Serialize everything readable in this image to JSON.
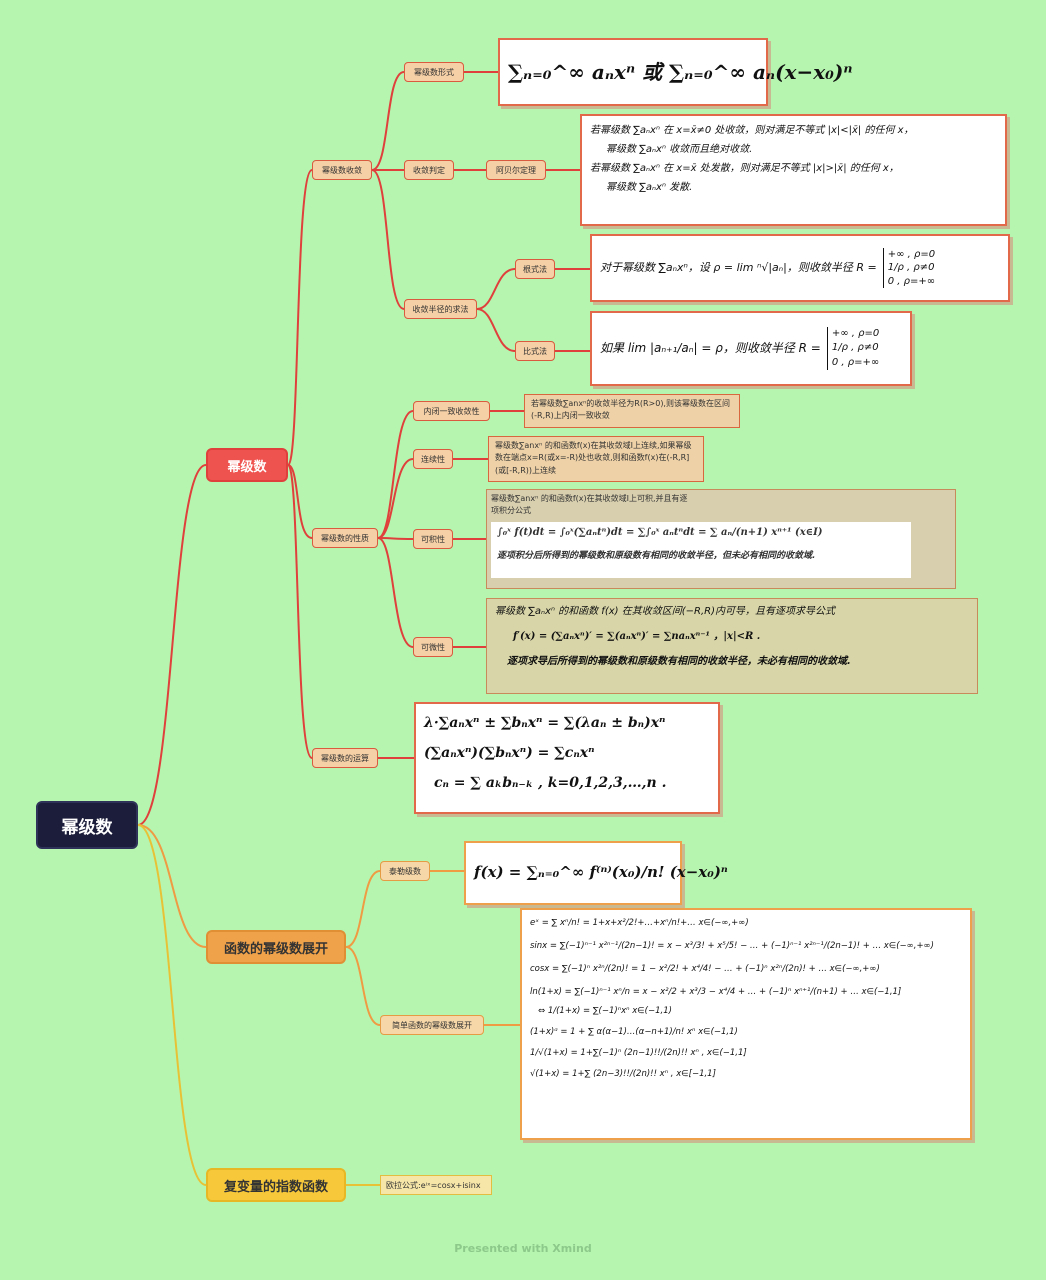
{
  "root": "幂级数",
  "main1": "幂级数",
  "main2": "函数的幂级数展开",
  "main3": "复变量的指数函数",
  "sub": {
    "convergence": "幂级数收敛",
    "form": "幂级数形式",
    "judge": "收敛判定",
    "abel": "阿贝尔定理",
    "radius": "收敛半径的求法",
    "root_test": "根式法",
    "ratio_test": "比式法",
    "properties": "幂级数的性质",
    "uniform": "内闭一致收敛性",
    "continuity": "连续性",
    "integrable": "可积性",
    "differentiable": "可微性",
    "operations": "幂级数的运算",
    "taylor": "泰勒级数",
    "simple": "简单函数的幂级数展开",
    "euler": "欧拉公式:eⁱˣ=cosx+isinx"
  },
  "cards": {
    "form": "∑ₙ₌₀^∞ aₙxⁿ 或 ∑ₙ₌₀^∞ aₙ(x−x₀)ⁿ",
    "abel": [
      "若幂级数 ∑aₙxⁿ 在 x=x̄≠0 处收敛，则对满足不等式 |x|<|x̄| 的任何 x，",
      "幂级数 ∑aₙxⁿ 收敛而且绝对收敛.",
      "若幂级数 ∑aₙxⁿ 在 x=x̄ 处发散，则对满足不等式 |x|>|x̄| 的任何 x，",
      "幂级数 ∑aₙxⁿ 发散."
    ],
    "root_test": "对于幂级数 ∑aₙxⁿ，设 ρ = lim ⁿ√|aₙ|，则收敛半径 R =",
    "ratio_test": "如果 lim |aₙ₊₁/aₙ| = ρ，则收敛半径 R =",
    "radius_cases": [
      "+∞ , ρ=0",
      "1/ρ , ρ≠0",
      "0 , ρ=+∞"
    ],
    "uniform": "若幂级数∑anxⁿ的收敛半径为R(R>0),则该幂级数在区间(-R,R)上内闭一致收敛",
    "continuity": "幂级数∑anxⁿ 的和函数f(x)在其收敛域I上连续,如果幂级数在端点x=R(或x=-R)处也收敛,则和函数f(x)在(-R,R](或[-R,R))上连续",
    "integrable_text": "幂级数∑anxⁿ 的和函数f(x)在其收敛域I上可积,并且有逐项积分公式",
    "integrable_formula": "∫₀ˣ f(t)dt = ∫₀ˣ(∑aₙtⁿ)dt = ∑∫₀ˣ aₙtⁿdt = ∑ aₙ/(n+1) xⁿ⁺¹  (x∈I)",
    "integrable_note": "逐项积分后所得到的幂级数和原级数有相同的收敛半径，但未必有相同的收敛域.",
    "diff_lines": [
      "幂级数 ∑aₙxⁿ 的和函数 f(x) 在其收敛区间(−R,R)内可导，且有逐项求导公式",
      "f′(x) = (∑aₙxⁿ)′ = ∑(aₙxⁿ)′ = ∑naₙxⁿ⁻¹ ，|x|<R .",
      "逐项求导后所得到的幂级数和原级数有相同的收敛半径，未必有相同的收敛域."
    ],
    "operations": [
      "λ·∑aₙxⁿ ± ∑bₙxⁿ = ∑(λaₙ ± bₙ)xⁿ",
      "(∑aₙxⁿ)(∑bₙxⁿ) = ∑cₙxⁿ",
      "cₙ = ∑ aₖbₙ₋ₖ , k=0,1,2,3,…,n ."
    ],
    "taylor": "f(x) = ∑ₙ₌₀^∞ f⁽ⁿ⁾(x₀)/n! (x−x₀)ⁿ",
    "expansions": [
      "eˣ = ∑ xⁿ/n! = 1+x+x²/2!+…+xⁿ/n!+…   x∈(−∞,+∞)",
      "sinx = ∑(−1)ⁿ⁻¹ x²ⁿ⁻¹/(2n−1)! = x − x³/3! + x⁵/5! − … + (−1)ⁿ⁻¹ x²ⁿ⁻¹/(2n−1)! + …   x∈(−∞,+∞)",
      "cosx = ∑(−1)ⁿ x²ⁿ/(2n)! = 1 − x²/2! + x⁴/4! − … + (−1)ⁿ x²ⁿ/(2n)! + …   x∈(−∞,+∞)",
      "ln(1+x) = ∑(−1)ⁿ⁻¹ xⁿ/n = x − x²/2 + x³/3 − x⁴/4 + … + (−1)ⁿ xⁿ⁺¹/(n+1) + …   x∈(−1,1]",
      "⇔ 1/(1+x) = ∑(−1)ⁿxⁿ   x∈(−1,1)",
      "(1+x)ᵅ = 1 + ∑ α(α−1)…(α−n+1)/n! xⁿ   x∈(−1,1)",
      "1/√(1+x) = 1+∑(−1)ⁿ (2n−1)!!/(2n)!! xⁿ ,  x∈(−1,1]",
      "√(1+x) = 1+∑ (2n−3)!!/(2n)!! xⁿ ,  x∈[−1,1]"
    ]
  },
  "footer": "Presented with Xmind",
  "colors": {
    "background": "#b6f5b0",
    "root": "#1c1d3a",
    "main_red": "#ef5350",
    "main_orange": "#f0a24a",
    "main_yellow": "#f7c93a"
  }
}
